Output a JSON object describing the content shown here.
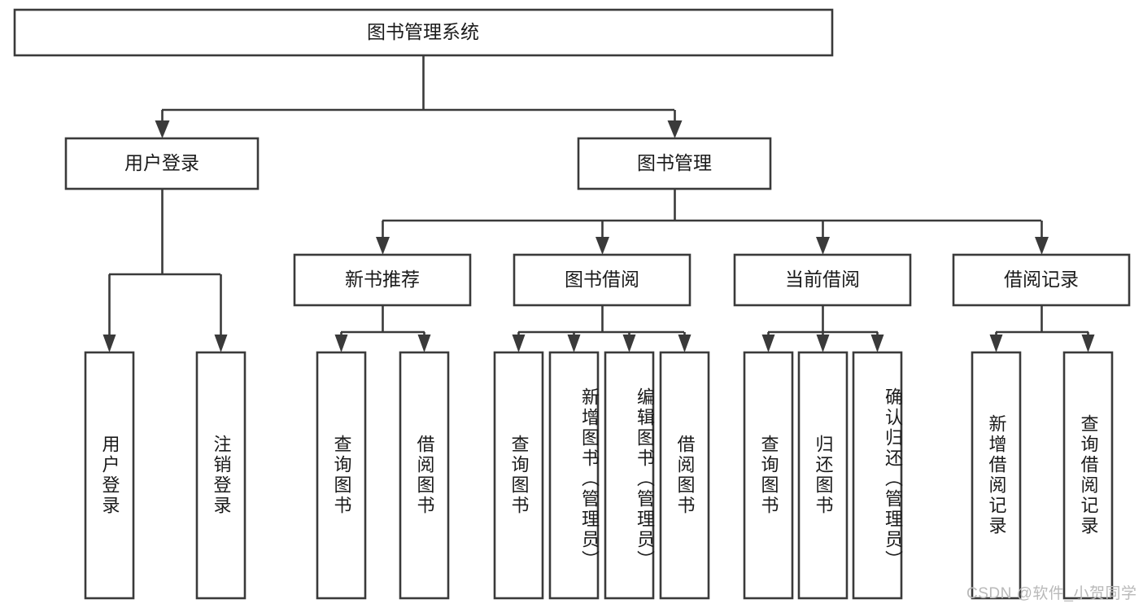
{
  "diagram": {
    "type": "tree-hierarchy",
    "title": "图书管理系统",
    "root": {
      "label": "图书管理系统"
    },
    "level2": [
      {
        "label": "用户登录"
      },
      {
        "label": "图书管理"
      }
    ],
    "level3": [
      {
        "label": "新书推荐"
      },
      {
        "label": "图书借阅"
      },
      {
        "label": "当前借阅"
      },
      {
        "label": "借阅记录"
      }
    ],
    "leaves": {
      "user_login": [
        {
          "label": "用户登录"
        },
        {
          "label": "注销登录"
        }
      ],
      "new_book_recommend": [
        {
          "label": "查询图书"
        },
        {
          "label": "借阅图书"
        }
      ],
      "book_borrow": [
        {
          "label": "查询图书"
        },
        {
          "label": "新增图书（管理员）"
        },
        {
          "label": "编辑图书（管理员）"
        },
        {
          "label": "借阅图书"
        }
      ],
      "current_borrow": [
        {
          "label": "查询图书"
        },
        {
          "label": "归还图书"
        },
        {
          "label": "确认归还（管理员）"
        }
      ],
      "borrow_record": [
        {
          "label": "新增借阅记录"
        },
        {
          "label": "查询借阅记录"
        }
      ]
    }
  },
  "watermark": {
    "text": "CSDN @软件_小贺同学"
  },
  "colors": {
    "stroke": "#3a3a3a",
    "box_fill": "#ffffff",
    "text": "#1a1a1a",
    "watermark": "#b9b9b9",
    "background": "#ffffff"
  }
}
